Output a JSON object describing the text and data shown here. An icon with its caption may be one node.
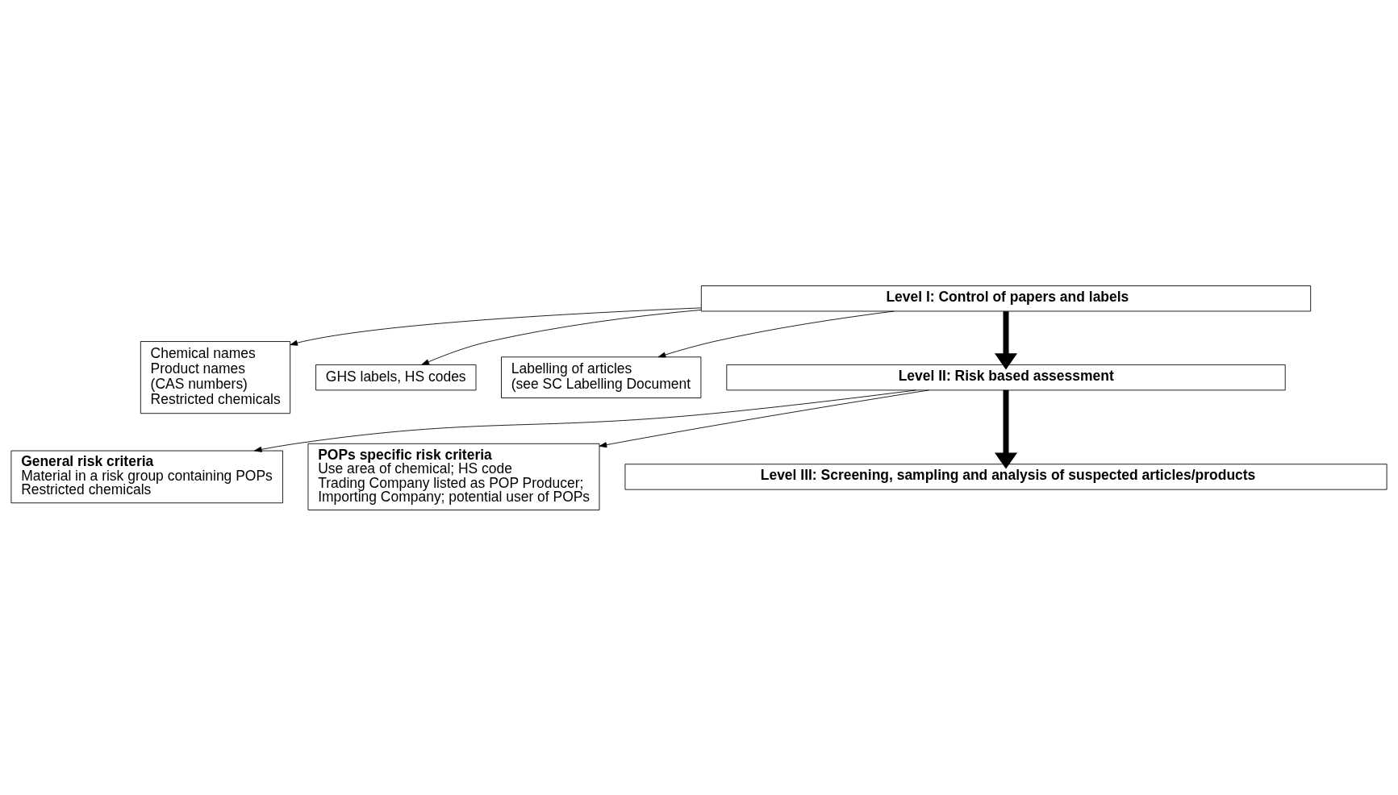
{
  "diagram": {
    "nodes": [
      {
        "text": [
          "Level I: Control of papers and labels"
        ]
      },
      {
        "text": [
          "Chemical names",
          "Product names",
          "(CAS numbers)",
          "Restricted chemicals"
        ]
      },
      {
        "text": [
          "GHS labels, HS codes"
        ]
      },
      {
        "text": [
          "Labelling of articles",
          "(see SC Labelling Document"
        ]
      },
      {
        "text": [
          "Level II: Risk based assessment"
        ]
      },
      {
        "text": [
          "General risk criteria",
          "Material in a risk group containing POPs",
          "Restricted chemicals"
        ]
      },
      {
        "text": [
          "POPs specific risk criteria",
          "Use area of chemical; HS code",
          "Trading Company listed as POP Producer;",
          "Importing Company; potential user of POPs"
        ]
      },
      {
        "text": [
          "Level III: Screening, sampling and analysis of suspected articles/products"
        ]
      }
    ],
    "edges": [
      {
        "from": 0,
        "to": 1,
        "arrow": "to"
      },
      {
        "from": 0,
        "to": 2,
        "arrow": "to"
      },
      {
        "from": 0,
        "to": 3,
        "arrow": "to"
      },
      {
        "from": 0,
        "to": 4,
        "arrow": "to",
        "style": "thick"
      },
      {
        "from": 4,
        "to": 5,
        "arrow": "to"
      },
      {
        "from": 4,
        "to": 6,
        "arrow": "to"
      },
      {
        "from": 4,
        "to": 7,
        "arrow": "to",
        "style": "thick"
      }
    ]
  }
}
